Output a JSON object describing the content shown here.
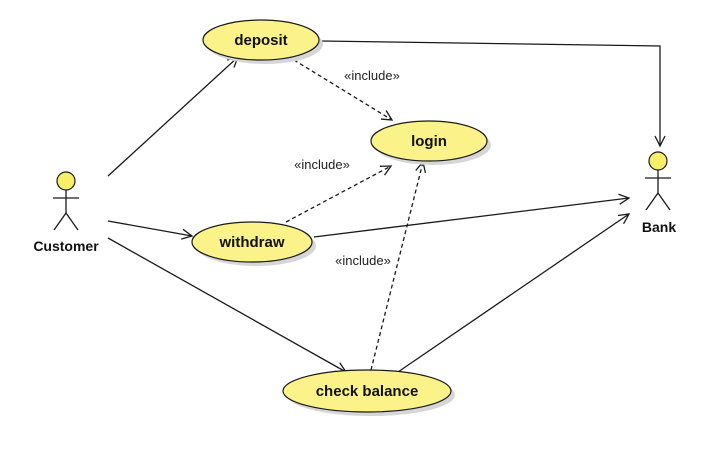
{
  "diagram": {
    "type": "UML use case diagram",
    "colors": {
      "use_case_fill": "#fbf38a",
      "actor_head_fill": "#f7ef6a",
      "shadow": "#d6d6d6",
      "line": "#1a1a1a"
    },
    "actors": [
      {
        "id": "customer",
        "label": "Customer"
      },
      {
        "id": "bank",
        "label": "Bank"
      }
    ],
    "use_cases": [
      {
        "id": "deposit",
        "label": "deposit"
      },
      {
        "id": "login",
        "label": "login"
      },
      {
        "id": "withdraw",
        "label": "withdraw"
      },
      {
        "id": "check_balance",
        "label": "check balance"
      }
    ],
    "relationships": [
      {
        "from": "customer",
        "to": "deposit",
        "kind": "association"
      },
      {
        "from": "customer",
        "to": "withdraw",
        "kind": "association"
      },
      {
        "from": "customer",
        "to": "check_balance",
        "kind": "association"
      },
      {
        "from": "deposit",
        "to": "bank",
        "kind": "association"
      },
      {
        "from": "withdraw",
        "to": "bank",
        "kind": "association"
      },
      {
        "from": "check_balance",
        "to": "bank",
        "kind": "association"
      },
      {
        "from": "deposit",
        "to": "login",
        "kind": "include",
        "label": "«include»"
      },
      {
        "from": "withdraw",
        "to": "login",
        "kind": "include",
        "label": "«include»"
      },
      {
        "from": "check_balance",
        "to": "login",
        "kind": "include",
        "label": "«include»"
      }
    ]
  }
}
